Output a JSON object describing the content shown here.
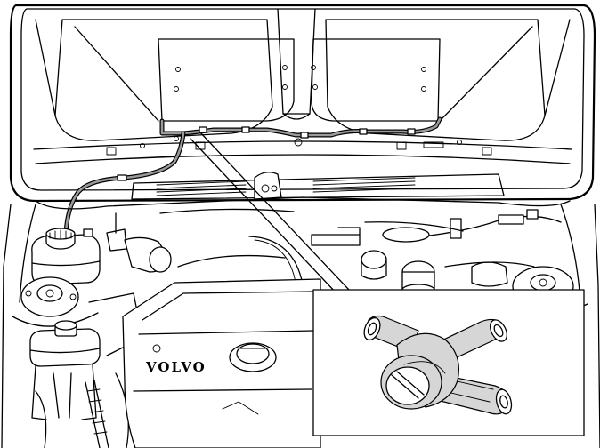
{
  "diagram": {
    "engine_cover_brand": "VOLVO",
    "colors": {
      "line": "#000000",
      "background": "#ffffff",
      "washer_hose_fill": "#9a9a9a",
      "shaded_part": "#d6d6d6"
    },
    "icons": [
      "washer-hose",
      "t-connector",
      "hood",
      "engine-cover",
      "washer-fluid-reservoir"
    ]
  }
}
